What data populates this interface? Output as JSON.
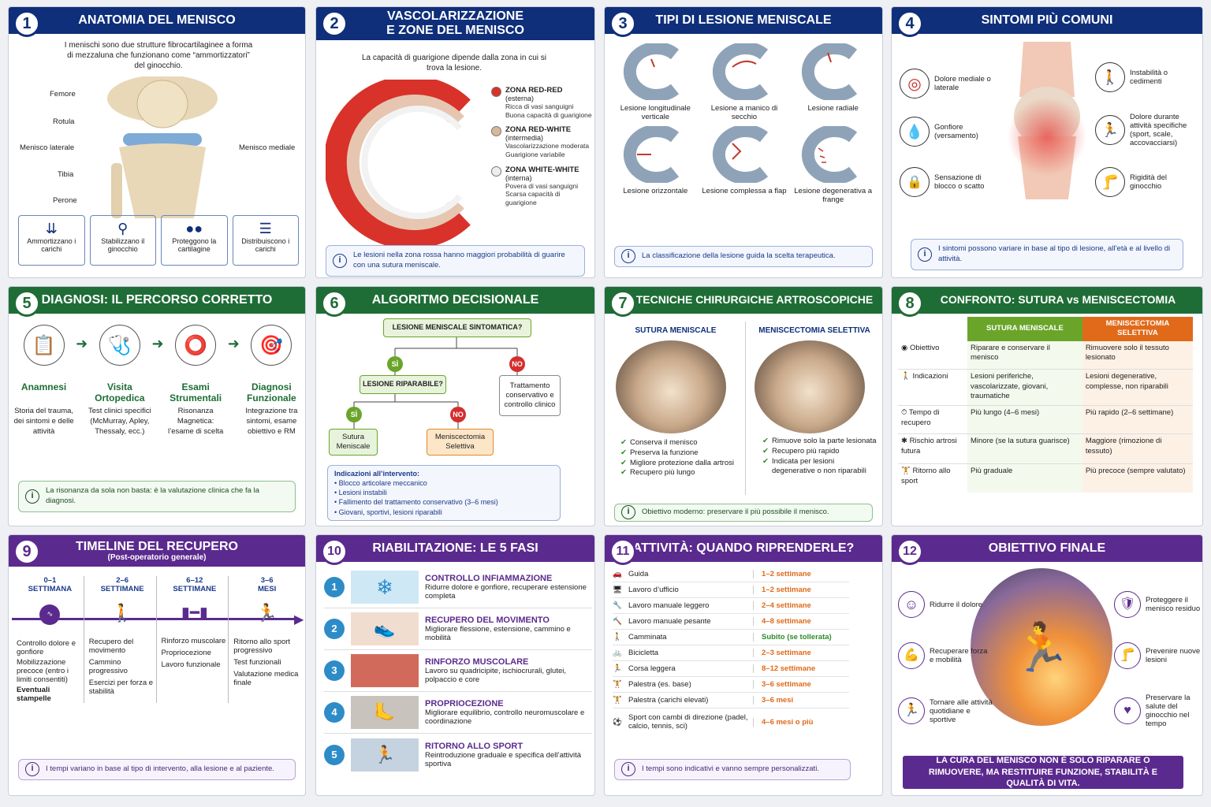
{
  "p1": {
    "n": "1",
    "title": "ANATOMIA DEL MENISCO",
    "intro": "I menischi sono due strutture fibrocartilaginee a forma di mezzaluna che funzionano come “ammortizzatori” del ginocchio.",
    "labels": [
      "Femore",
      "Rotula",
      "Menisco laterale",
      "Tibia",
      "Perone"
    ],
    "right_label": "Menisco mediale",
    "boxes": [
      "Ammortizzano i carichi",
      "Stabilizzano il ginocchio",
      "Proteggono la cartilagine",
      "Distribuiscono i carichi"
    ]
  },
  "p2": {
    "n": "2",
    "title1": "VASCOLARIZZAZIONE",
    "title2": "E ZONE DEL MENISCO",
    "intro": "La capacità di guarigione dipende dalla zona in cui si trova la lesione.",
    "zones": [
      {
        "name": "ZONA RED-RED",
        "sub": "(esterna)",
        "desc": "Ricca di vasi sanguigni Buona capacità di guarigione",
        "color": "#d8322b"
      },
      {
        "name": "ZONA RED-WHITE",
        "sub": "(intermedia)",
        "desc": "Vascolarizzazione moderata Guarigione variabile",
        "color": "#d9b89a"
      },
      {
        "name": "ZONA WHITE-WHITE",
        "sub": "(interna)",
        "desc": "Povera di vasi sanguigni Scarsa capacità di guarigione",
        "color": "#eeeeee"
      }
    ],
    "note": "Le lesioni nella zona rossa hanno maggiori probabilità di guarire con una sutura meniscale."
  },
  "p3": {
    "n": "3",
    "title": "TIPI DI LESIONE MENISCALE",
    "types": [
      "Lesione longitudinale verticale",
      "Lesione a manico di secchio",
      "Lesione radiale",
      "Lesione orizzontale",
      "Lesione complessa a flap",
      "Lesione degenerativa a frange"
    ],
    "note": "La classificazione della lesione guida la scelta terapeutica."
  },
  "p4": {
    "n": "4",
    "title": "SINTOMI PIÙ COMUNI",
    "left": [
      "Dolore mediale o laterale",
      "Gonfiore (versamento)",
      "Sensazione di blocco o scatto"
    ],
    "right": [
      "Instabilità o cedimenti",
      "Dolore durante attività specifiche (sport, scale, accovacciarsi)",
      "Rigidità del ginocchio"
    ],
    "note": "I sintomi possono variare in base al tipo di lesione, all’età e al livello di attività."
  },
  "p5": {
    "n": "5",
    "title": "DIAGNOSI: IL PERCORSO CORRETTO",
    "steps": [
      {
        "t": "Anamnesi",
        "d": "Storia del trauma, dei sintomi e delle attività"
      },
      {
        "t": "Visita Ortopedica",
        "d": "Test clinici specifici (McMurray, Apley, Thessaly, ecc.)"
      },
      {
        "t": "Esami Strumentali",
        "d": "Risonanza Magnetica: l’esame di scelta"
      },
      {
        "t": "Diagnosi Funzionale",
        "d": "Integrazione tra sintomi, esame obiettivo e RM"
      }
    ],
    "note": "La risonanza da sola non basta: è la valutazione clinica che fa la diagnosi."
  },
  "p6": {
    "n": "6",
    "title": "ALGORITMO DECISIONALE",
    "q1": "LESIONE MENISCALE SINTOMATICA?",
    "yes": "SÌ",
    "no": "NO",
    "q2": "LESIONE RIPARABILE?",
    "cons": "Trattamento conservativo e controllo clinico",
    "sut": "Sutura Meniscale",
    "men": "Meniscectomia Selettiva",
    "ind_title": "Indicazioni all’intervento:",
    "ind": [
      "Blocco articolare meccanico",
      "Lesioni instabili",
      "Fallimento del trattamento conservativo (3–6 mesi)",
      "Giovani, sportivi, lesioni riparabili"
    ]
  },
  "p7": {
    "n": "7",
    "title": "TECNICHE CHIRURGICHE ARTROSCOPICHE",
    "left_title": "SUTURA MENISCALE",
    "right_title": "MENISCECTOMIA SELETTIVA",
    "left": [
      "Conserva il menisco",
      "Preserva la funzione",
      "Migliore protezione dalla artrosi",
      "Recupero più lungo"
    ],
    "right": [
      "Rimuove solo la parte lesionata",
      "Recupero più rapido",
      "Indicata per lesioni degenerative o non riparabili"
    ],
    "note": "Obiettivo moderno: preservare il più possibile il menisco."
  },
  "p8": {
    "n": "8",
    "title": "CONFRONTO: SUTURA vs MENISCECTOMIA",
    "col1": "SUTURA MENISCALE",
    "col2": "MENISCECTOMIA SELETTIVA",
    "rows": [
      {
        "k": "Obiettivo",
        "a": "Riparare e conservare il menisco",
        "b": "Rimuovere solo il tessuto lesionato"
      },
      {
        "k": "Indicazioni",
        "a": "Lesioni periferiche, vascolarizzate, giovani, traumatiche",
        "b": "Lesioni degenerative, complesse, non riparabili"
      },
      {
        "k": "Tempo di recupero",
        "a": "Più lungo (4–6 mesi)",
        "b": "Più rapido (2–6 settimane)"
      },
      {
        "k": "Rischio artrosi futura",
        "a": "Minore (se la sutura guarisce)",
        "b": "Maggiore (rimozione di tessuto)"
      },
      {
        "k": "Ritorno allo sport",
        "a": "Più graduale",
        "b": "Più precoce (sempre valutato)"
      }
    ]
  },
  "p9": {
    "n": "9",
    "title": "TIMELINE DEL RECUPERO",
    "subtitle": "(Post-operatorio generale)",
    "phases": [
      {
        "h1": "0–1",
        "h2": "SETTIMANA",
        "items": [
          "Controllo dolore e gonfiore",
          "Mobilizzazione precoce (entro i limiti consentiti)",
          "Eventuali stampelle"
        ]
      },
      {
        "h1": "2–6",
        "h2": "SETTIMANE",
        "items": [
          "Recupero del movimento",
          "Cammino progressivo",
          "Esercizi per forza e stabilità"
        ]
      },
      {
        "h1": "6–12",
        "h2": "SETTIMANE",
        "items": [
          "Rinforzo muscolare",
          "Propriocezione",
          "Lavoro funzionale"
        ]
      },
      {
        "h1": "3–6",
        "h2": "MESI",
        "items": [
          "Ritorno allo sport progressivo",
          "Test funzionali",
          "Valutazione medica finale"
        ]
      }
    ],
    "note": "I tempi variano in base al tipo di intervento, alla lesione e al paziente."
  },
  "p10": {
    "n": "10",
    "title": "RIABILITAZIONE: LE 5 FASI",
    "phases": [
      {
        "n": "1",
        "t": "CONTROLLO INFIAMMAZIONE",
        "d": "Ridurre dolore e gonfiore, recuperare estensione completa"
      },
      {
        "n": "2",
        "t": "RECUPERO DEL MOVIMENTO",
        "d": "Migliorare flessione, estensione, cammino e mobilità"
      },
      {
        "n": "3",
        "t": "RINFORZO MUSCOLARE",
        "d": "Lavoro su quadricipite, ischiocrurali, glutei, polpaccio e core"
      },
      {
        "n": "4",
        "t": "PROPRIOCEZIONE",
        "d": "Migliorare equilibrio, controllo neuromuscolare e coordinazione"
      },
      {
        "n": "5",
        "t": "RITORNO ALLO SPORT",
        "d": "Reintroduzione graduale e specifica dell’attività sportiva"
      }
    ]
  },
  "p11": {
    "n": "11",
    "title": "ATTIVITÀ: QUANDO RIPRENDERLE?",
    "rows": [
      {
        "a": "Guida",
        "t": "1–2 settimane",
        "c": "#e06a1a"
      },
      {
        "a": "Lavoro d’ufficio",
        "t": "1–2 settimane",
        "c": "#e06a1a"
      },
      {
        "a": "Lavoro manuale leggero",
        "t": "2–4 settimane",
        "c": "#e06a1a"
      },
      {
        "a": "Lavoro manuale pesante",
        "t": "4–8 settimane",
        "c": "#e06a1a"
      },
      {
        "a": "Camminata",
        "t": "Subito (se tollerata)",
        "c": "#2a8a2a"
      },
      {
        "a": "Bicicletta",
        "t": "2–3 settimane",
        "c": "#e06a1a"
      },
      {
        "a": "Corsa leggera",
        "t": "8–12 settimane",
        "c": "#e06a1a"
      },
      {
        "a": "Palestra (es. base)",
        "t": "3–6 settimane",
        "c": "#e06a1a"
      },
      {
        "a": "Palestra (carichi elevati)",
        "t": "3–6 mesi",
        "c": "#e06a1a"
      },
      {
        "a": "Sport con cambi di direzione (padel, calcio, tennis, sci)",
        "t": "4–6 mesi o più",
        "c": "#e06a1a"
      }
    ],
    "note": "I tempi sono indicativi e vanno sempre personalizzati."
  },
  "p12": {
    "n": "12",
    "title": "OBIETTIVO FINALE",
    "left": [
      "Ridurre il dolore",
      "Recuperare forza e mobilità",
      "Tornare alle attività quotidiane e sportive"
    ],
    "right": [
      "Proteggere il menisco residuo",
      "Prevenire nuove lesioni",
      "Preservare la salute del ginocchio nel tempo"
    ],
    "banner": "LA CURA DEL MENISCO NON È SOLO RIPARARE O RIMUOVERE, MA RESTITUIRE FUNZIONE, STABILITÀ E QUALITÀ DI VITA."
  },
  "colors": {
    "blue": "#0f2f7a",
    "green": "#1f6d36",
    "purple": "#5b2a8e",
    "orange": "#e06a1a",
    "accent_green": "#6aa52a"
  }
}
